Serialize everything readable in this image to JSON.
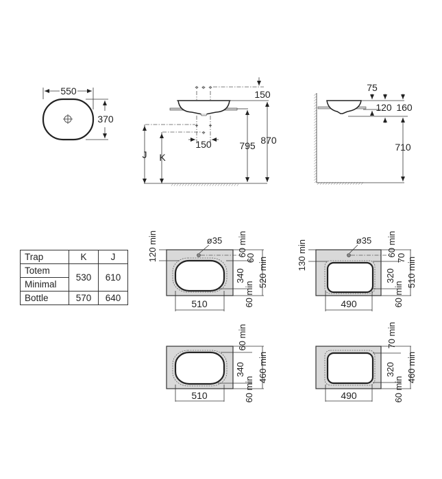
{
  "top_view": {
    "width": "550",
    "depth": "370"
  },
  "front_view": {
    "tap_offset": "150",
    "trap_spacing": "150",
    "counter_height": "795",
    "rim_height": "870",
    "label_j": "J",
    "label_k": "K"
  },
  "side_view": {
    "overhang": "75",
    "basin_depth": "120",
    "total_height": "160",
    "floor_to_counter": "710"
  },
  "trap_table": {
    "headers": [
      "Trap",
      "K",
      "J"
    ],
    "rows": [
      {
        "name": "Totem",
        "k": "530",
        "j": "610"
      },
      {
        "name": "Minimal",
        "k": "530",
        "j": "610"
      },
      {
        "name": "Bottle",
        "k": "570",
        "j": "640"
      }
    ]
  },
  "cutouts": [
    {
      "id": "oval-with-tap",
      "tap_hole": "ø35",
      "tap_offset_min": "120 min",
      "top_margin": "60 min",
      "tap_to_bowl": "60",
      "bowl_depth": "340",
      "bottom_margin": "60 min",
      "total_depth": "520 min",
      "bowl_width": "510"
    },
    {
      "id": "rect-with-tap",
      "tap_hole": "ø35",
      "tap_offset_min": "130 min",
      "top_margin": "60 min",
      "tap_to_bowl": "70",
      "bowl_depth": "320",
      "bottom_margin": "60 min",
      "total_depth": "510 min",
      "bowl_width": "490"
    },
    {
      "id": "oval-no-tap",
      "top_margin": "60 min",
      "bowl_depth": "340",
      "bottom_margin": "60 min",
      "total_depth": "460 min",
      "bowl_width": "510"
    },
    {
      "id": "rect-no-tap",
      "top_margin": "70 min",
      "bowl_depth": "320",
      "bottom_margin": "60 min",
      "total_depth": "460 min",
      "bowl_width": "490"
    }
  ]
}
